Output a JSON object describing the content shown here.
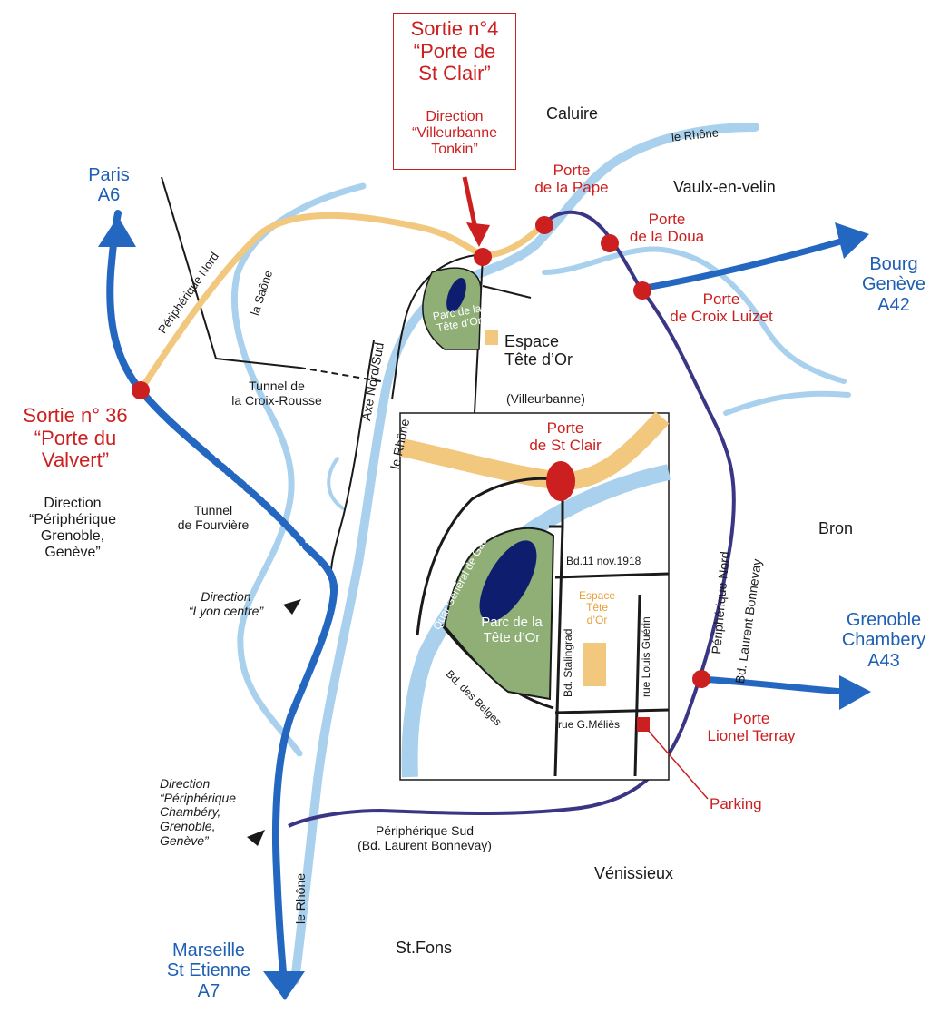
{
  "exits": {
    "exit4": {
      "title": "Sortie n°4\n“Porte de\nSt Clair”",
      "direction": "Direction\n“Villeurbanne\nTonkin”"
    },
    "exit36": {
      "title": "Sortie n° 36\n“Porte du\nValvert”",
      "direction": "Direction\n“Périphérique\nGrenoble,\nGenève”"
    }
  },
  "destinations": {
    "paris": "Paris\nA6",
    "bourg": "Bourg\nGenève\nA42",
    "grenoble": "Grenoble\nChambery\nA43",
    "marseille": "Marseille\nSt Etienne\nA7"
  },
  "portes": {
    "pape": "Porte\nde la Pape",
    "doua": "Porte\nde la Doua",
    "croix_luizet": "Porte\nde Croix Luizet",
    "lionel_terray": "Porte\nLionel Terray",
    "st_clair_inset": "Porte\nde St Clair"
  },
  "towns": {
    "caluire": "Caluire",
    "vaulx": "Vaulx-en-velin",
    "bron": "Bron",
    "venissieux": "Vénissieux",
    "stfons": "St.Fons"
  },
  "rivers": {
    "rhone_ne": "le Rhône",
    "rhone_mid": "le Rhône",
    "rhone_south": "le Rhône",
    "saone": "la Saône"
  },
  "roads": {
    "periph_nord_w": "Périphérique Nord",
    "periph_nord_e": "Périphérique Nord",
    "bd_bonnevay_e": "Bd. Laurent Bonnevay",
    "periph_sud": "Périphérique Sud\n(Bd. Laurent Bonnevay)",
    "axe_nord_sud": "Axe Nord/Sud",
    "tunnel_croix_rousse": "Tunnel de\nla Croix-Rousse",
    "tunnel_fourviere": "Tunnel\nde Fourvière",
    "direction_lyon": "Direction\n“Lyon centre”",
    "direction_chambery": "Direction\n“Périphérique\nChambéry,\nGrenoble,\nGenève”"
  },
  "espace": {
    "main": "Espace\nTête d’Or",
    "villeurbanne": "(Villeurbanne)",
    "park_small": "Parc de la\nTête d’Or"
  },
  "inset": {
    "park": "Parc de la\nTête d’Or",
    "espace": "Espace\nTête\nd’Or",
    "quai": "Quai Général de Gaulle",
    "bd_11nov": "Bd.11 nov.1918",
    "bd_stalingrad": "Bd. Stalingrad",
    "rue_guerin": "rue Louis Guérin",
    "bd_belges": "Bd. des Belges",
    "rue_melies": "rue G.Méliès"
  },
  "parking": "Parking",
  "colors": {
    "periph_nord": "#f2c77e",
    "periph_sud": "#3a3585",
    "motorway": "#2467c0",
    "river": "#a9d1ee",
    "exit_red": "#cc1f1f",
    "park": "#8faf77",
    "lake": "#0f1d6e",
    "espace": "#f2c77e"
  }
}
